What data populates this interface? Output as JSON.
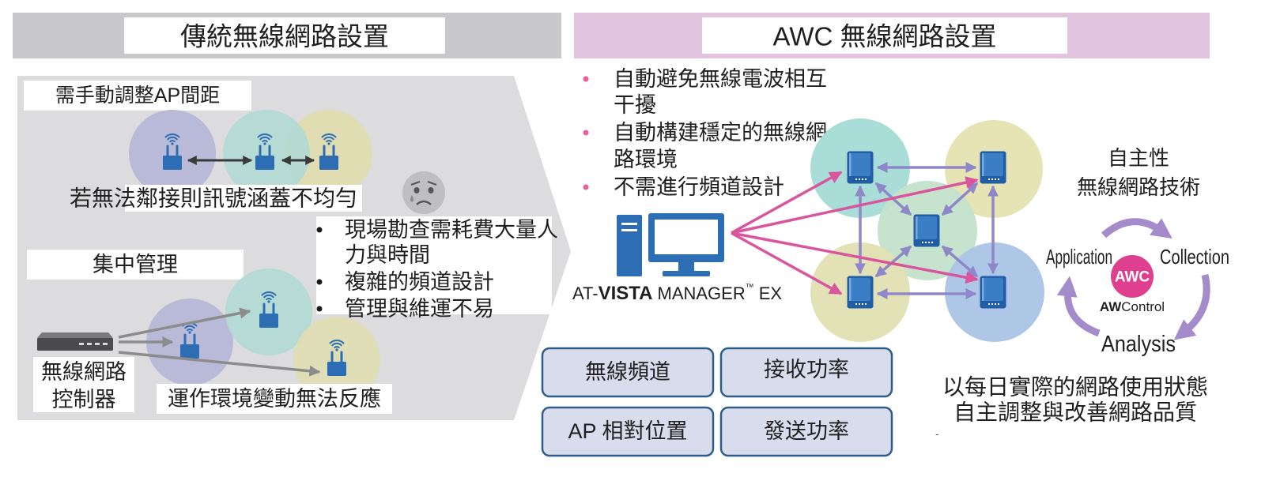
{
  "colors": {
    "left_header": "#c8c8ca",
    "right_header": "#e2c4de",
    "arrow_body": "#dcdcde",
    "ap_blue": "#2c6db4",
    "awc_pink": "#df3f8f",
    "bullet_pink": "#e8609f",
    "link_purple": "#8e88c9",
    "link_pink": "#d9569e",
    "cycle_purple": "#a48ccb",
    "box_fill": "#d8dcec",
    "box_border": "#2f5d8a"
  },
  "icons": {
    "access_point": "access-point-icon",
    "controller": "controller-device-icon",
    "computer": "computer-icon",
    "sad_face": "sad-face-icon"
  },
  "traditional": {
    "title": "傳統無線網路設置",
    "manual_spacing": {
      "label": "需手動調整AP間距",
      "note": "若無法鄰接則訊號涵蓋不均勻"
    },
    "issues": [
      {
        "lines": [
          "現場勘查需耗費大量人",
          "力與時間"
        ]
      },
      {
        "lines": [
          "複雜的頻道設計"
        ]
      },
      {
        "lines": [
          "管理與維運不易"
        ]
      }
    ],
    "central_management": {
      "label": "集中管理",
      "controller_lines": [
        "無線網路",
        "控制器"
      ],
      "note": "運作環境變動無法反應"
    }
  },
  "awc": {
    "title": "AWC 無線網路設置",
    "benefits": [
      {
        "lines": [
          "自動避免無線電波相互",
          "干擾"
        ]
      },
      {
        "lines": [
          "自動構建穩定的無線網",
          "路環境"
        ]
      },
      {
        "lines": [
          "不需進行頻道設計"
        ]
      }
    ],
    "manager": {
      "prefix": "AT-",
      "brand": "VISTA",
      "product": "MANAGER",
      "tm": "™",
      "suffix": "EX"
    },
    "features": [
      "無線頻道",
      "接收功率",
      "AP 相對位置",
      "發送功率"
    ],
    "autonomy": {
      "lines": [
        "自主性",
        "無線網路技術"
      ]
    },
    "cycle": {
      "center": "AWC",
      "logo_bold": "AW",
      "logo_rest": "Control",
      "steps": [
        "Application",
        "Collection",
        "Analysis"
      ]
    },
    "summary": [
      "以每日實際的網路使用狀態",
      "自主調整與改善網路品質"
    ],
    "footnote": "-"
  }
}
